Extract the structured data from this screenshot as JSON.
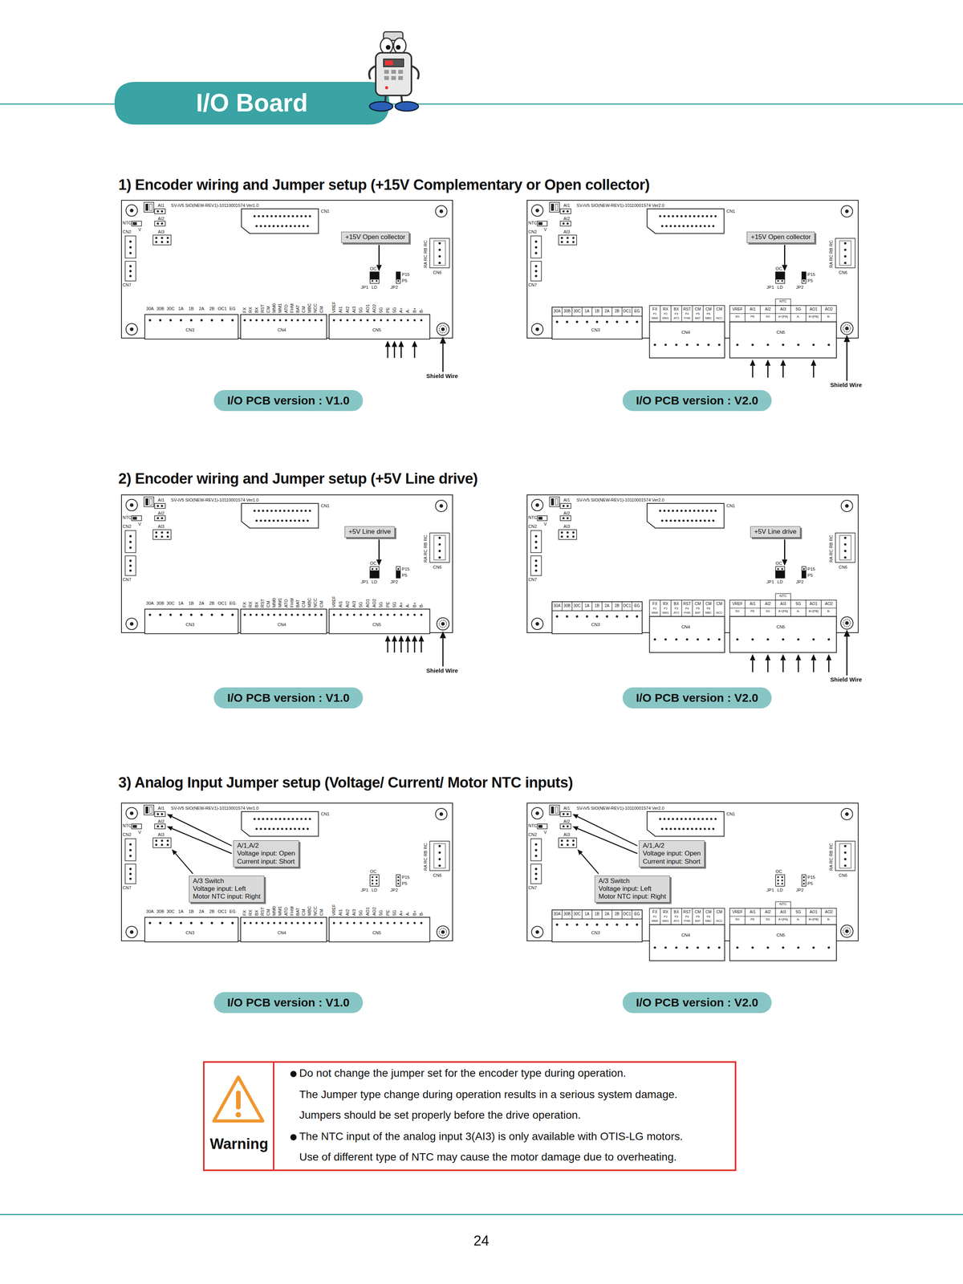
{
  "diagram": {
    "title": "I/O Board",
    "nodes": [
      {
        "text": [
          "SV-iV5 SIO(NEW-REV1)-10110001574 Ver1.0"
        ]
      },
      {
        "text": [
          "+15V Open collector"
        ],
        "in": 0
      },
      {
        "text": [
          "SV-iV5 SIO(NEW-REV1)-10110001574 Ver2.0"
        ]
      },
      {
        "text": [
          "+15V Open collector"
        ],
        "in": 2
      },
      {
        "text": [
          "I/O PCB version : V1.0"
        ]
      },
      {
        "text": [
          "I/O PCB version : V2.0"
        ]
      },
      {
        "text": [
          "SV-iV5 SIO(NEW-REV1)-10110001574 Ver1.0"
        ]
      },
      {
        "text": [
          "+5V Line drive"
        ],
        "in": 6
      },
      {
        "text": [
          "SV-iV5 SIO(NEW-REV1)-10110001574 Ver2.0"
        ]
      },
      {
        "text": [
          "+5V Line drive"
        ],
        "in": 8
      },
      {
        "text": [
          "I/O PCB version : V1.0"
        ]
      },
      {
        "text": [
          "I/O PCB version : V2.0"
        ]
      },
      {
        "text": [
          "SV-iV5 SIO(NEW-REV1)-10110001574 Ver1.0"
        ]
      },
      {
        "text": [
          "A/1,A/2",
          "Voltage input: Open",
          "Current input: Short"
        ],
        "in": 12
      },
      {
        "text": [
          "A/3 Switch",
          "Voltage input: Left",
          "Motor NTC input: Right"
        ],
        "in": 12
      },
      {
        "text": [
          "SV-iV5 SIO(NEW-REV1)-10110001574 Ver2.0"
        ]
      },
      {
        "text": [
          "A/1,A/2",
          "Voltage input: Open",
          "Current input: Short"
        ],
        "in": 15
      },
      {
        "text": [
          "A/3 Switch",
          "Voltage input: Left",
          "Motor NTC input: Right"
        ],
        "in": 15
      },
      {
        "text": [
          "I/O PCB version : V1.0"
        ]
      },
      {
        "text": [
          "I/O PCB version : V2.0"
        ]
      },
      {
        "text": [
          "Warning",
          "Do not change the jumper set for the encoder type during operation.",
          "The Jumper type change during operation results in a serious system damage.",
          "Jumpers should be set properly before the drive operation.",
          "The NTC input of the analog input 3(AI3) is only available with OTIS-LG motors.",
          "Use of different type of NTC may cause the motor damage due to overheating."
        ]
      }
    ],
    "labels": [
      "1) Encoder wiring and Jumper setup (+15V Complementary or Open collector)",
      "AI1",
      "AI2",
      "NTC",
      "V",
      "CN2",
      "AI3",
      "CN7",
      "CN1",
      "CN6",
      "RA RC RB RC",
      "OC",
      "P15",
      "P5",
      "JP1",
      "LD",
      "JP2",
      "30A",
      "30B",
      "30C",
      "1A",
      "1B",
      "2A",
      "2B",
      "OC1",
      "EG",
      "CN3",
      "FX",
      "RX",
      "BX",
      "RST",
      "CM",
      "MM0",
      "MM1",
      "ATO",
      "FHM",
      "BAT",
      "CM",
      "MBC",
      "NCC",
      "CM",
      "CN4",
      "VREF",
      "AI1",
      "AI2",
      "AI3",
      "5G",
      "AO1",
      "AO2",
      "5G",
      "PE",
      "5G",
      "A+",
      "A-",
      "B+",
      "B-",
      "CN5",
      "Shield Wire",
      "AI1",
      "AI2",
      "NTC",
      "V",
      "CN2",
      "AI3",
      "CN7",
      "CN1",
      "CN6",
      "RA RC RB RC",
      "OC",
      "P15",
      "P5",
      "JP1",
      "LD",
      "JP2",
      "30A",
      "30B",
      "30C",
      "1A",
      "1B",
      "2A",
      "2B",
      "OC1",
      "EG",
      "CN3",
      "FX",
      "RX",
      "BX",
      "RST",
      "CM",
      "CM",
      "CM",
      "P1",
      "P2",
      "P3",
      "P4",
      "P5",
      "P6",
      "MM0",
      "MM1",
      "ATO",
      "FHM",
      "BAT",
      "MBC",
      "NCC",
      "CN4",
      "NTC",
      "VREF",
      "AI1",
      "AI2",
      "AI3",
      "5G",
      "AO1",
      "AO2",
      "5G",
      "PE",
      "5G",
      "A+[PA]",
      "A-",
      "B+[PB]",
      "B-",
      "CN5",
      "Shield Wire",
      "2) Encoder wiring and Jumper setup (+5V Line drive)",
      "AI1",
      "AI2",
      "NTC",
      "V",
      "CN2",
      "AI3",
      "CN7",
      "CN1",
      "CN6",
      "RA RC RB RC",
      "OC",
      "P15",
      "P5",
      "JP1",
      "LD",
      "JP2",
      "30A",
      "30B",
      "30C",
      "1A",
      "1B",
      "2A",
      "2B",
      "OC1",
      "EG",
      "CN3",
      "FX",
      "RX",
      "BX",
      "RST",
      "CM",
      "MM0",
      "MM1",
      "ATO",
      "FHM",
      "BAT",
      "CM",
      "MBC",
      "NCC",
      "CM",
      "CN4",
      "VREF",
      "AI1",
      "AI2",
      "AI3",
      "5G",
      "AO1",
      "AO2",
      "5G",
      "PE",
      "5G",
      "A+",
      "A-",
      "B+",
      "B-",
      "CN5",
      "Shield Wire",
      "AI1",
      "AI2",
      "NTC",
      "V",
      "CN2",
      "AI3",
      "CN7",
      "CN1",
      "CN6",
      "RA RC RB RC",
      "OC",
      "P15",
      "P5",
      "JP1",
      "LD",
      "JP2",
      "30A",
      "30B",
      "30C",
      "1A",
      "1B",
      "2A",
      "2B",
      "OC1",
      "EG",
      "CN3",
      "FX",
      "RX",
      "BX",
      "RST",
      "CM",
      "CM",
      "CM",
      "P1",
      "P2",
      "P3",
      "P4",
      "P5",
      "P6",
      "MM0",
      "MM1",
      "ATO",
      "FHM",
      "BAT",
      "MBC",
      "NCC",
      "CN4",
      "NTC",
      "VREF",
      "AI1",
      "AI2",
      "AI3",
      "5G",
      "AO1",
      "AO2",
      "5G",
      "PE",
      "5G",
      "A+[PA]",
      "A-",
      "B+[PB]",
      "B-",
      "CN5",
      "Shield Wire",
      "3) Analog Input Jumper setup (Voltage/ Current/ Motor NTC inputs)",
      "AI1",
      "AI2",
      "NTC",
      "V",
      "CN2",
      "AI3",
      "CN7",
      "CN1",
      "CN6",
      "RA RC RB RC",
      "OC",
      "P15",
      "P5",
      "JP1",
      "LD",
      "JP2",
      "30A",
      "30B",
      "30C",
      "1A",
      "1B",
      "2A",
      "2B",
      "OC1",
      "EG",
      "CN3",
      "FX",
      "RX",
      "BX",
      "RST",
      "CM",
      "MM0",
      "MM1",
      "ATO",
      "FHM",
      "BAT",
      "CM",
      "MBC",
      "NCC",
      "CM",
      "CN4",
      "VREF",
      "AI1",
      "AI2",
      "AI3",
      "5G",
      "AO1",
      "AO2",
      "5G",
      "PE",
      "5G",
      "A+",
      "A-",
      "B+",
      "B-",
      "CN5",
      "AI1",
      "AI2",
      "NTC",
      "V",
      "CN2",
      "AI3",
      "CN7",
      "CN1",
      "CN6",
      "RA RC RB RC",
      "OC",
      "P15",
      "P5",
      "JP1",
      "LD",
      "JP2",
      "30A",
      "30B",
      "30C",
      "1A",
      "1B",
      "2A",
      "2B",
      "OC1",
      "EG",
      "CN3",
      "FX",
      "RX",
      "BX",
      "RST",
      "CM",
      "CM",
      "CM",
      "P1",
      "P2",
      "P3",
      "P4",
      "P5",
      "P6",
      "MM0",
      "MM1",
      "ATO",
      "FHM",
      "BAT",
      "MBC",
      "NCC",
      "CN4",
      "NTC",
      "VREF",
      "AI1",
      "AI2",
      "AI3",
      "5G",
      "AO1",
      "AO2",
      "5G",
      "PE",
      "5G",
      "A+[PA]",
      "A-",
      "B+[PB]",
      "B-",
      "CN5",
      "24"
    ]
  }
}
